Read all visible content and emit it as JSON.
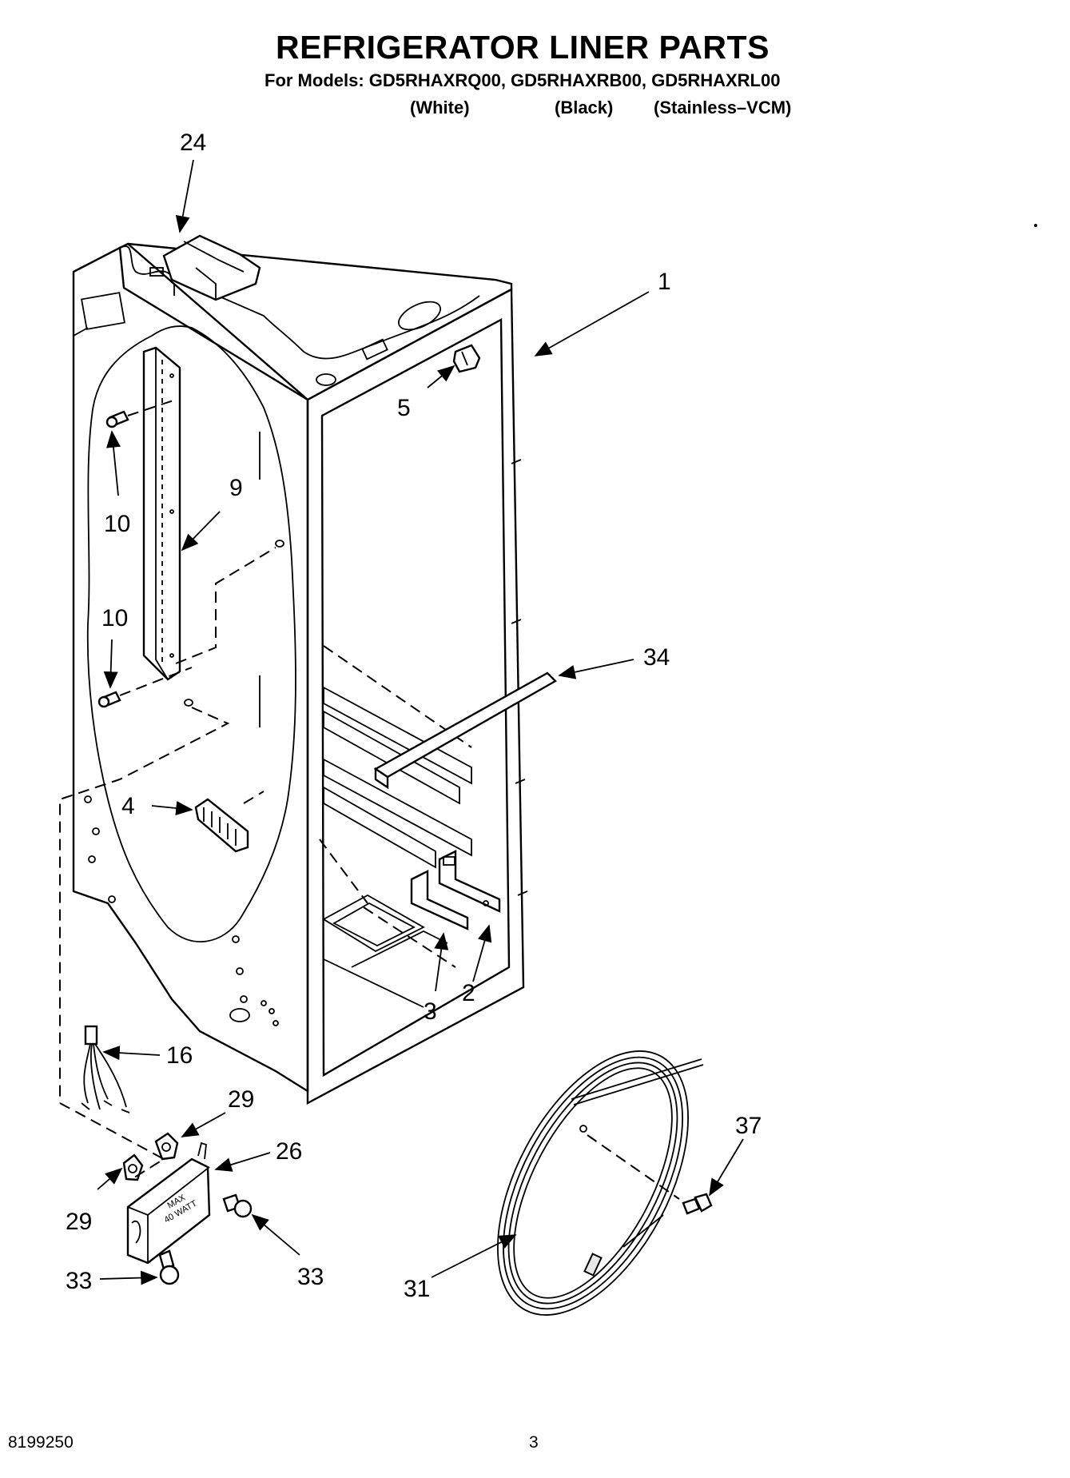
{
  "header": {
    "title": "REFRIGERATOR LINER PARTS",
    "models_line": "For Models: GD5RHAXRQ00, GD5RHAXRB00, GD5RHAXRL00",
    "variants": [
      "(White)",
      "(Black)",
      "(Stainless–VCM)"
    ]
  },
  "callouts": {
    "c1": "1",
    "c2": "2",
    "c3": "3",
    "c4": "4",
    "c5": "5",
    "c9": "9",
    "c10a": "10",
    "c10b": "10",
    "c16": "16",
    "c24": "24",
    "c26": "26",
    "c29a": "29",
    "c29b": "29",
    "c31": "31",
    "c33a": "33",
    "c33b": "33",
    "c34": "34",
    "c37": "37"
  },
  "socket_marking": {
    "line1": "MAX",
    "line2": "40 WATT"
  },
  "footer": {
    "doc_number": "8199250",
    "page_number": "3"
  }
}
